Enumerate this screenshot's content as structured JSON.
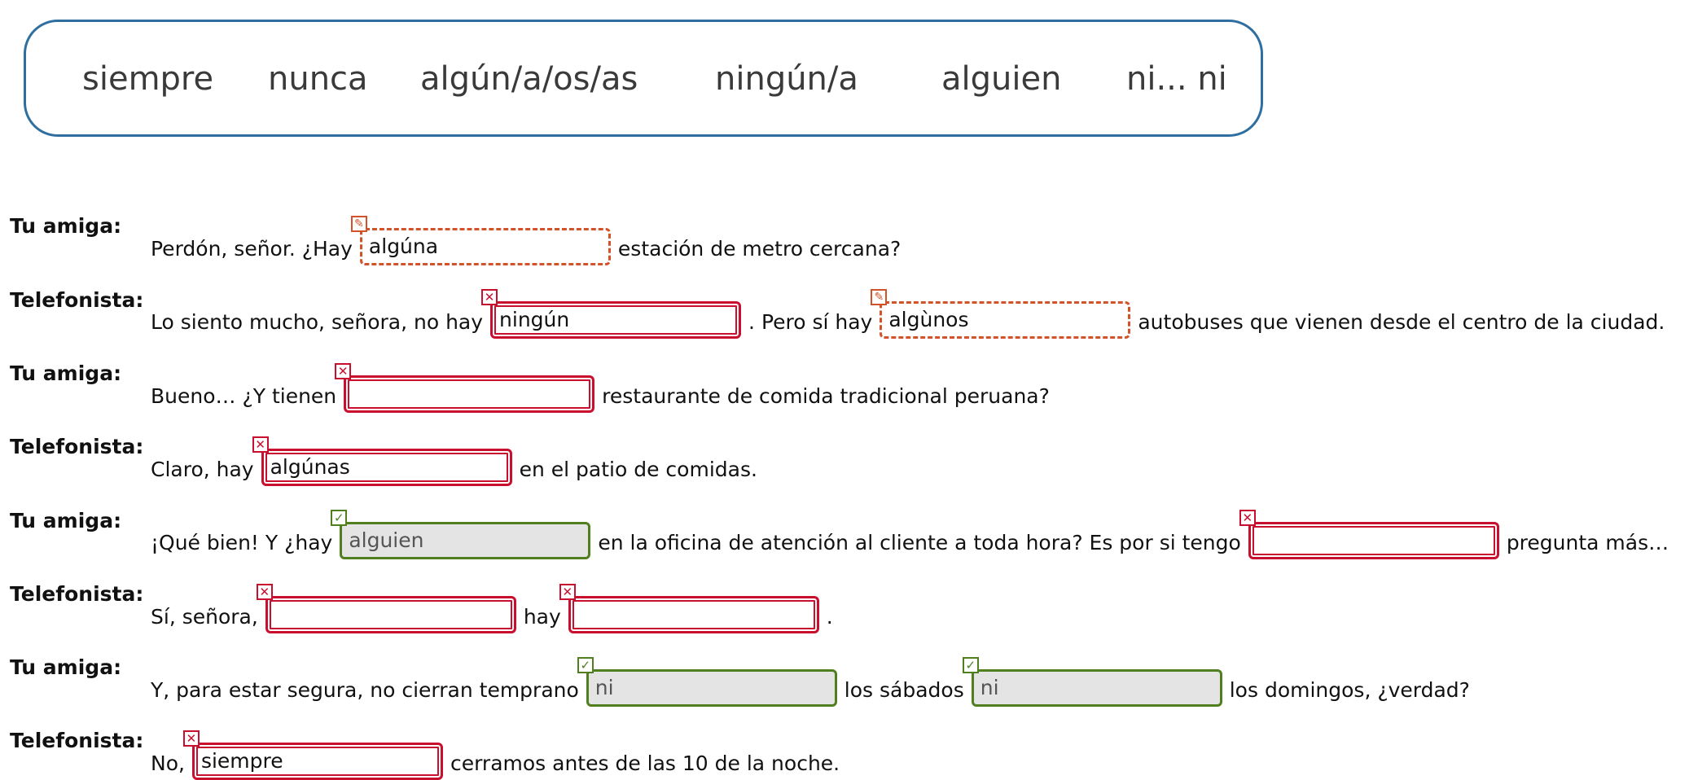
{
  "word_bank": [
    "siempre",
    "nunca",
    "algún/a/os/as",
    "ningún/a",
    "alguien",
    "ni... ni"
  ],
  "dialogue": [
    {
      "speaker": "Tu amiga:",
      "parts": [
        {
          "text": "Perdón, señor. ¿Hay"
        },
        {
          "blank": {
            "value": "algúna",
            "status": "warning",
            "icon": "pencil-icon"
          }
        },
        {
          "text": "estación de metro cercana?"
        }
      ]
    },
    {
      "speaker": "Telefonista:",
      "parts": [
        {
          "text": "Lo siento mucho, señora, no hay"
        },
        {
          "blank": {
            "value": "ningún",
            "status": "incorrect",
            "icon": "x-icon"
          }
        },
        {
          "text": ". Pero sí hay"
        },
        {
          "blank": {
            "value": "algùnos",
            "status": "warning",
            "icon": "pencil-icon"
          }
        },
        {
          "text": "autobuses que vienen desde el centro de la ciudad."
        }
      ]
    },
    {
      "speaker": "Tu amiga:",
      "parts": [
        {
          "text": "Bueno… ¿Y tienen"
        },
        {
          "blank": {
            "value": "",
            "status": "incorrect",
            "icon": "x-icon"
          }
        },
        {
          "text": "restaurante de comida tradicional peruana?"
        }
      ]
    },
    {
      "speaker": "Telefonista:",
      "parts": [
        {
          "text": "Claro, hay"
        },
        {
          "blank": {
            "value": "algúnas",
            "status": "incorrect",
            "icon": "x-icon"
          }
        },
        {
          "text": "en el patio de comidas."
        }
      ]
    },
    {
      "speaker": "Tu amiga:",
      "parts": [
        {
          "text": "¡Qué bien! Y ¿hay"
        },
        {
          "blank": {
            "value": "alguien",
            "status": "correct",
            "icon": "check-icon"
          }
        },
        {
          "text": "en la oficina de atención al cliente a toda hora? Es por si tengo"
        },
        {
          "blank": {
            "value": "",
            "status": "incorrect",
            "icon": "x-icon"
          }
        },
        {
          "text": "pregunta más…"
        }
      ]
    },
    {
      "speaker": "Telefonista:",
      "parts": [
        {
          "text": "Sí, señora,"
        },
        {
          "blank": {
            "value": "",
            "status": "incorrect",
            "icon": "x-icon"
          }
        },
        {
          "text": "hay"
        },
        {
          "blank": {
            "value": "",
            "status": "incorrect",
            "icon": "x-icon"
          }
        },
        {
          "text": "."
        }
      ]
    },
    {
      "speaker": "Tu amiga:",
      "parts": [
        {
          "text": "Y, para estar segura, no cierran temprano"
        },
        {
          "blank": {
            "value": "ni",
            "status": "correct",
            "icon": "check-icon"
          }
        },
        {
          "text": "los sábados"
        },
        {
          "blank": {
            "value": "ni",
            "status": "correct",
            "icon": "check-icon"
          }
        },
        {
          "text": "los domingos, ¿verdad?"
        }
      ]
    },
    {
      "speaker": "Telefonista:",
      "parts": [
        {
          "text": "No,"
        },
        {
          "blank": {
            "value": "siempre",
            "status": "incorrect",
            "icon": "x-icon"
          }
        },
        {
          "text": "cerramos antes de las 10 de la noche."
        }
      ]
    }
  ],
  "colors": {
    "incorrect": "#c8102e",
    "warning": "#d2532a",
    "correct": "#4f7f1f",
    "bank_border": "#2f6f9f"
  }
}
